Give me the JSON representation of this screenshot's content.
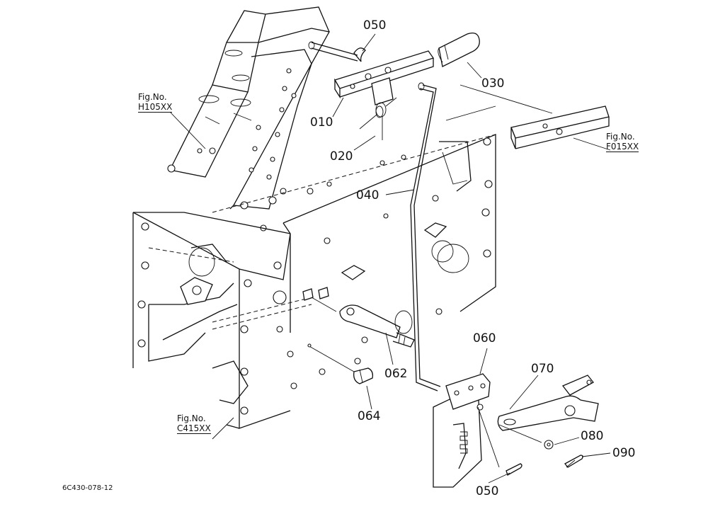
{
  "parts": [
    {
      "id": "p050a",
      "label": "050"
    },
    {
      "id": "p030",
      "label": "030"
    },
    {
      "id": "p010",
      "label": "010"
    },
    {
      "id": "p020",
      "label": "020"
    },
    {
      "id": "p040",
      "label": "040"
    },
    {
      "id": "p060",
      "label": "060"
    },
    {
      "id": "p070",
      "label": "070"
    },
    {
      "id": "p062",
      "label": "062"
    },
    {
      "id": "p064",
      "label": "064"
    },
    {
      "id": "p080",
      "label": "080"
    },
    {
      "id": "p090",
      "label": "090"
    },
    {
      "id": "p050b",
      "label": "050"
    }
  ],
  "fig_refs": [
    {
      "prefix": "Fig.No.",
      "number": "H105XX"
    },
    {
      "prefix": "Fig.No.",
      "number": "F015XX"
    },
    {
      "prefix": "Fig.No.",
      "number": "C415XX"
    }
  ],
  "drawing_code": "6C430-078-12"
}
